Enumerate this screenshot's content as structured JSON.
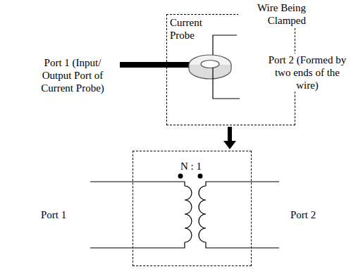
{
  "diagram": {
    "nodes": [
      {
        "text": [
          "Current Probe"
        ]
      },
      {
        "text": [
          "N : 1"
        ]
      }
    ],
    "edges": [
      {
        "from": 0,
        "to": 1,
        "arrow": "to"
      }
    ],
    "labels": [
      "Wire Being Clamped",
      "Port 1 (Input/ Output Port of Current Probe)",
      "Port 2 (Formed by two ends of the wire)",
      "Port 1",
      "Port 2"
    ]
  }
}
